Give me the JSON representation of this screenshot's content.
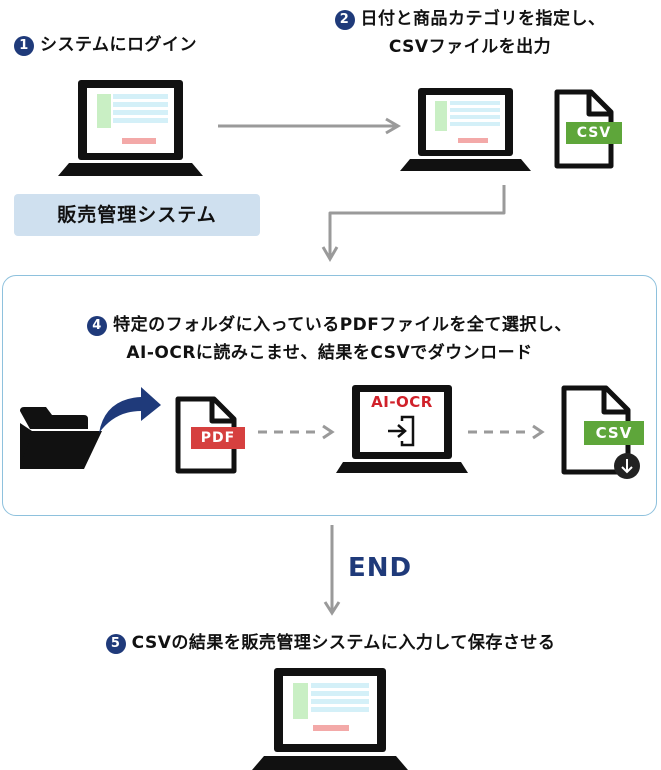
{
  "steps": {
    "step1": {
      "num": "1",
      "text": "システムにログイン"
    },
    "step2": {
      "num": "2",
      "line1": "日付と商品カテゴリを指定し、",
      "line2": "CSVファイルを出力"
    },
    "step4": {
      "num": "4",
      "line1": "特定のフォルダに入っているPDFファイルを全て選択し、",
      "line2": "AI-OCRに読みこませ、結果をCSVでダウンロード"
    },
    "step5": {
      "num": "5",
      "text": "CSVの結果を販売管理システムに入力して保存させる"
    }
  },
  "system_label": "販売管理システム",
  "file_badges": {
    "csv_top": "CSV",
    "pdf": "PDF",
    "csv_bottom": "CSV"
  },
  "ai_ocr_label": "AI-OCR",
  "end_label": "END",
  "colors": {
    "navy": "#1f3a7a",
    "csv_green": "#5ea63a",
    "pdf_red": "#d6403f",
    "ai_red": "#d0212a",
    "panel_border": "#8ec1dd",
    "label_bg": "#cfe0ef"
  }
}
